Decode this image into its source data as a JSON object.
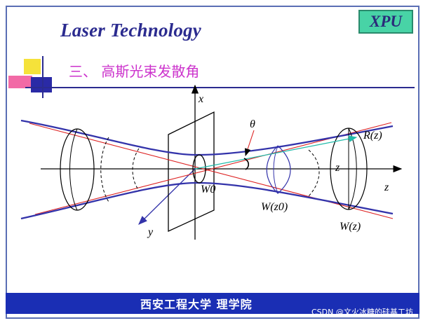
{
  "header": {
    "title": "Laser Technology",
    "logo_text": "XPU",
    "section_title": "三、 高斯光束发散角"
  },
  "diagram": {
    "labels": {
      "x_axis": "x",
      "y_axis": "y",
      "z_axis": "z",
      "theta": "θ",
      "waist": "W0",
      "radius": "R(z)",
      "z_point": "z",
      "w_z0": "W(z0)",
      "w_z": "W(z)"
    }
  },
  "footer": {
    "institution": "西安工程大学  理学院",
    "watermark": "CSDN @文火冰糖的硅基工坊"
  },
  "colors": {
    "beam": "#3333aa",
    "asymptote": "#dd2222",
    "arrow": "#22bbaa",
    "title": "#2b2b8f",
    "section": "#cc33cc",
    "footer": "#1a2eb4",
    "logo": "#48d3a6"
  }
}
